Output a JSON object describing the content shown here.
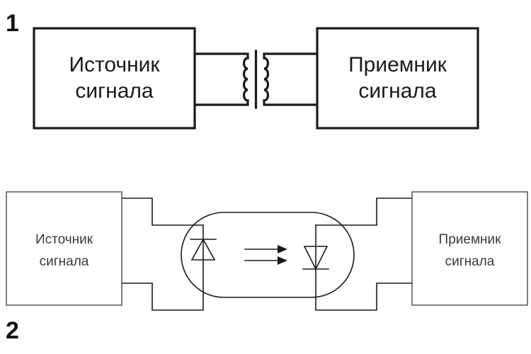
{
  "diagram_1": {
    "number": "1",
    "source": {
      "line1": "Источник",
      "line2": "сигнала"
    },
    "receiver": {
      "line1": "Приемник",
      "line2": "сигнала"
    },
    "coupling_icon": "transformer-icon"
  },
  "diagram_2": {
    "number": "2",
    "source": {
      "line1": "Источник",
      "line2": "сигнала"
    },
    "receiver": {
      "line1": "Приемник",
      "line2": "сигнала"
    },
    "coupling_icon": "optocoupler-icon"
  }
}
